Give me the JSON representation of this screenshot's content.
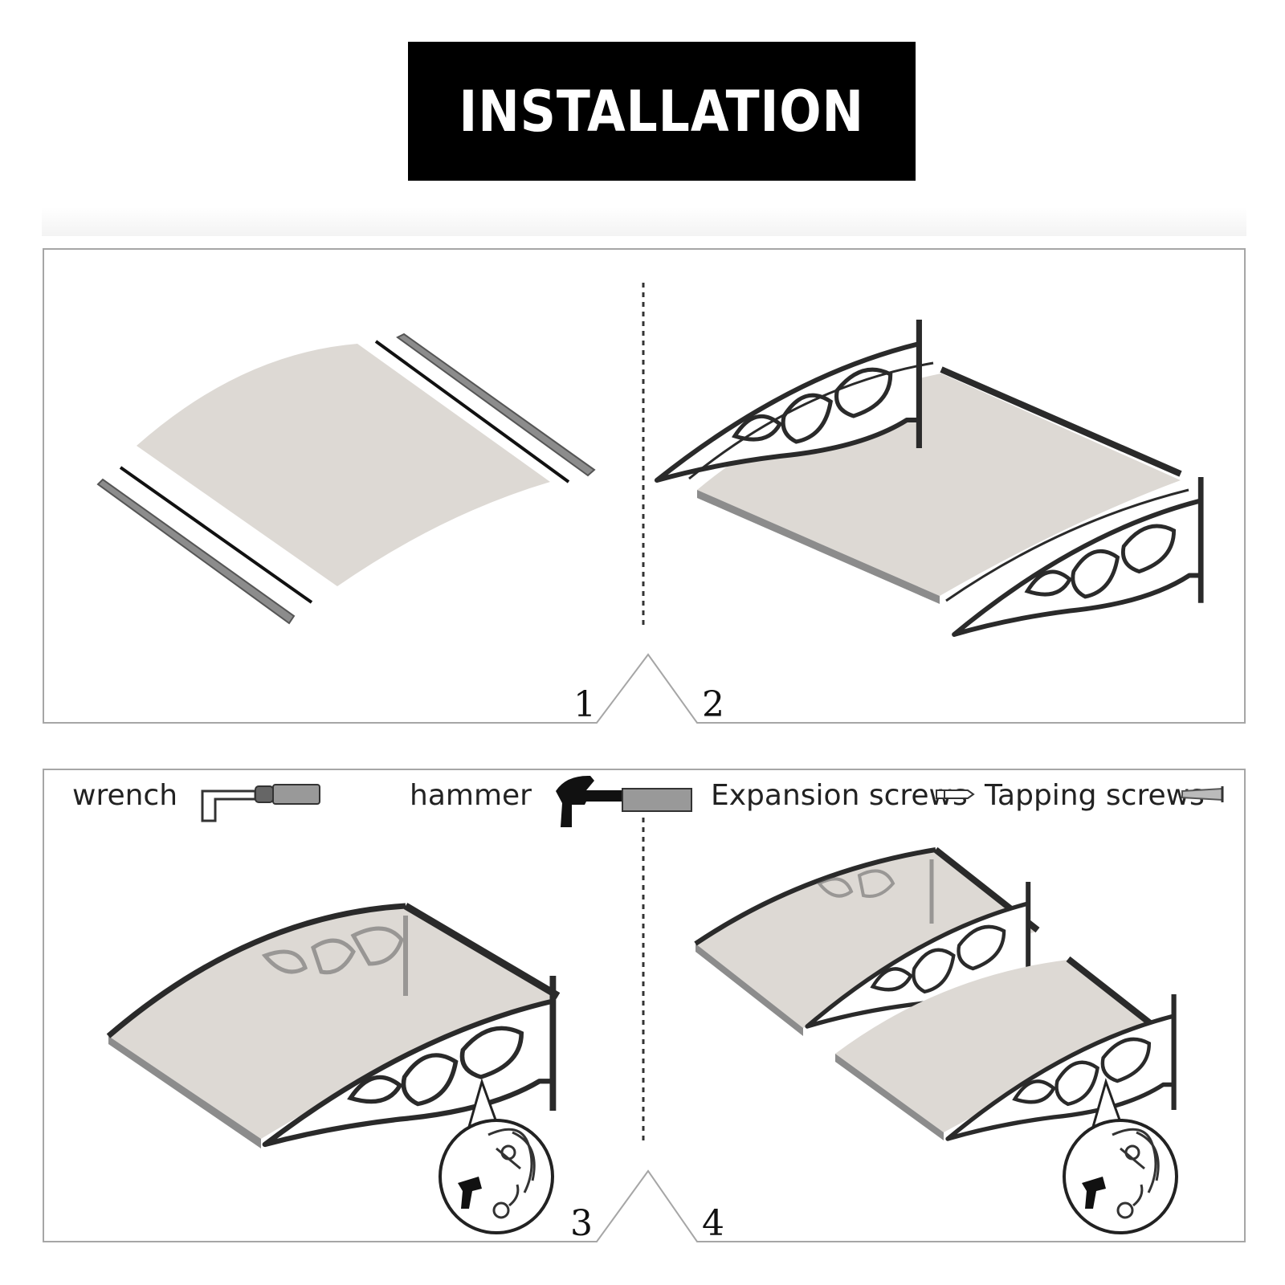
{
  "title": "INSTALLATION",
  "tools": {
    "wrench": "wrench",
    "hammer": "hammer",
    "expansion_screws": "Expansion screws",
    "tapping_screws": "Tapping screws"
  },
  "steps": [
    "1",
    "2",
    "3",
    "4"
  ],
  "colors": {
    "panel_fill": "#ddd9d4",
    "bracket": "#2a2a2a",
    "rail": "#8c8c8c",
    "frame": "#a6a6a6",
    "title_bg": "#000000"
  }
}
